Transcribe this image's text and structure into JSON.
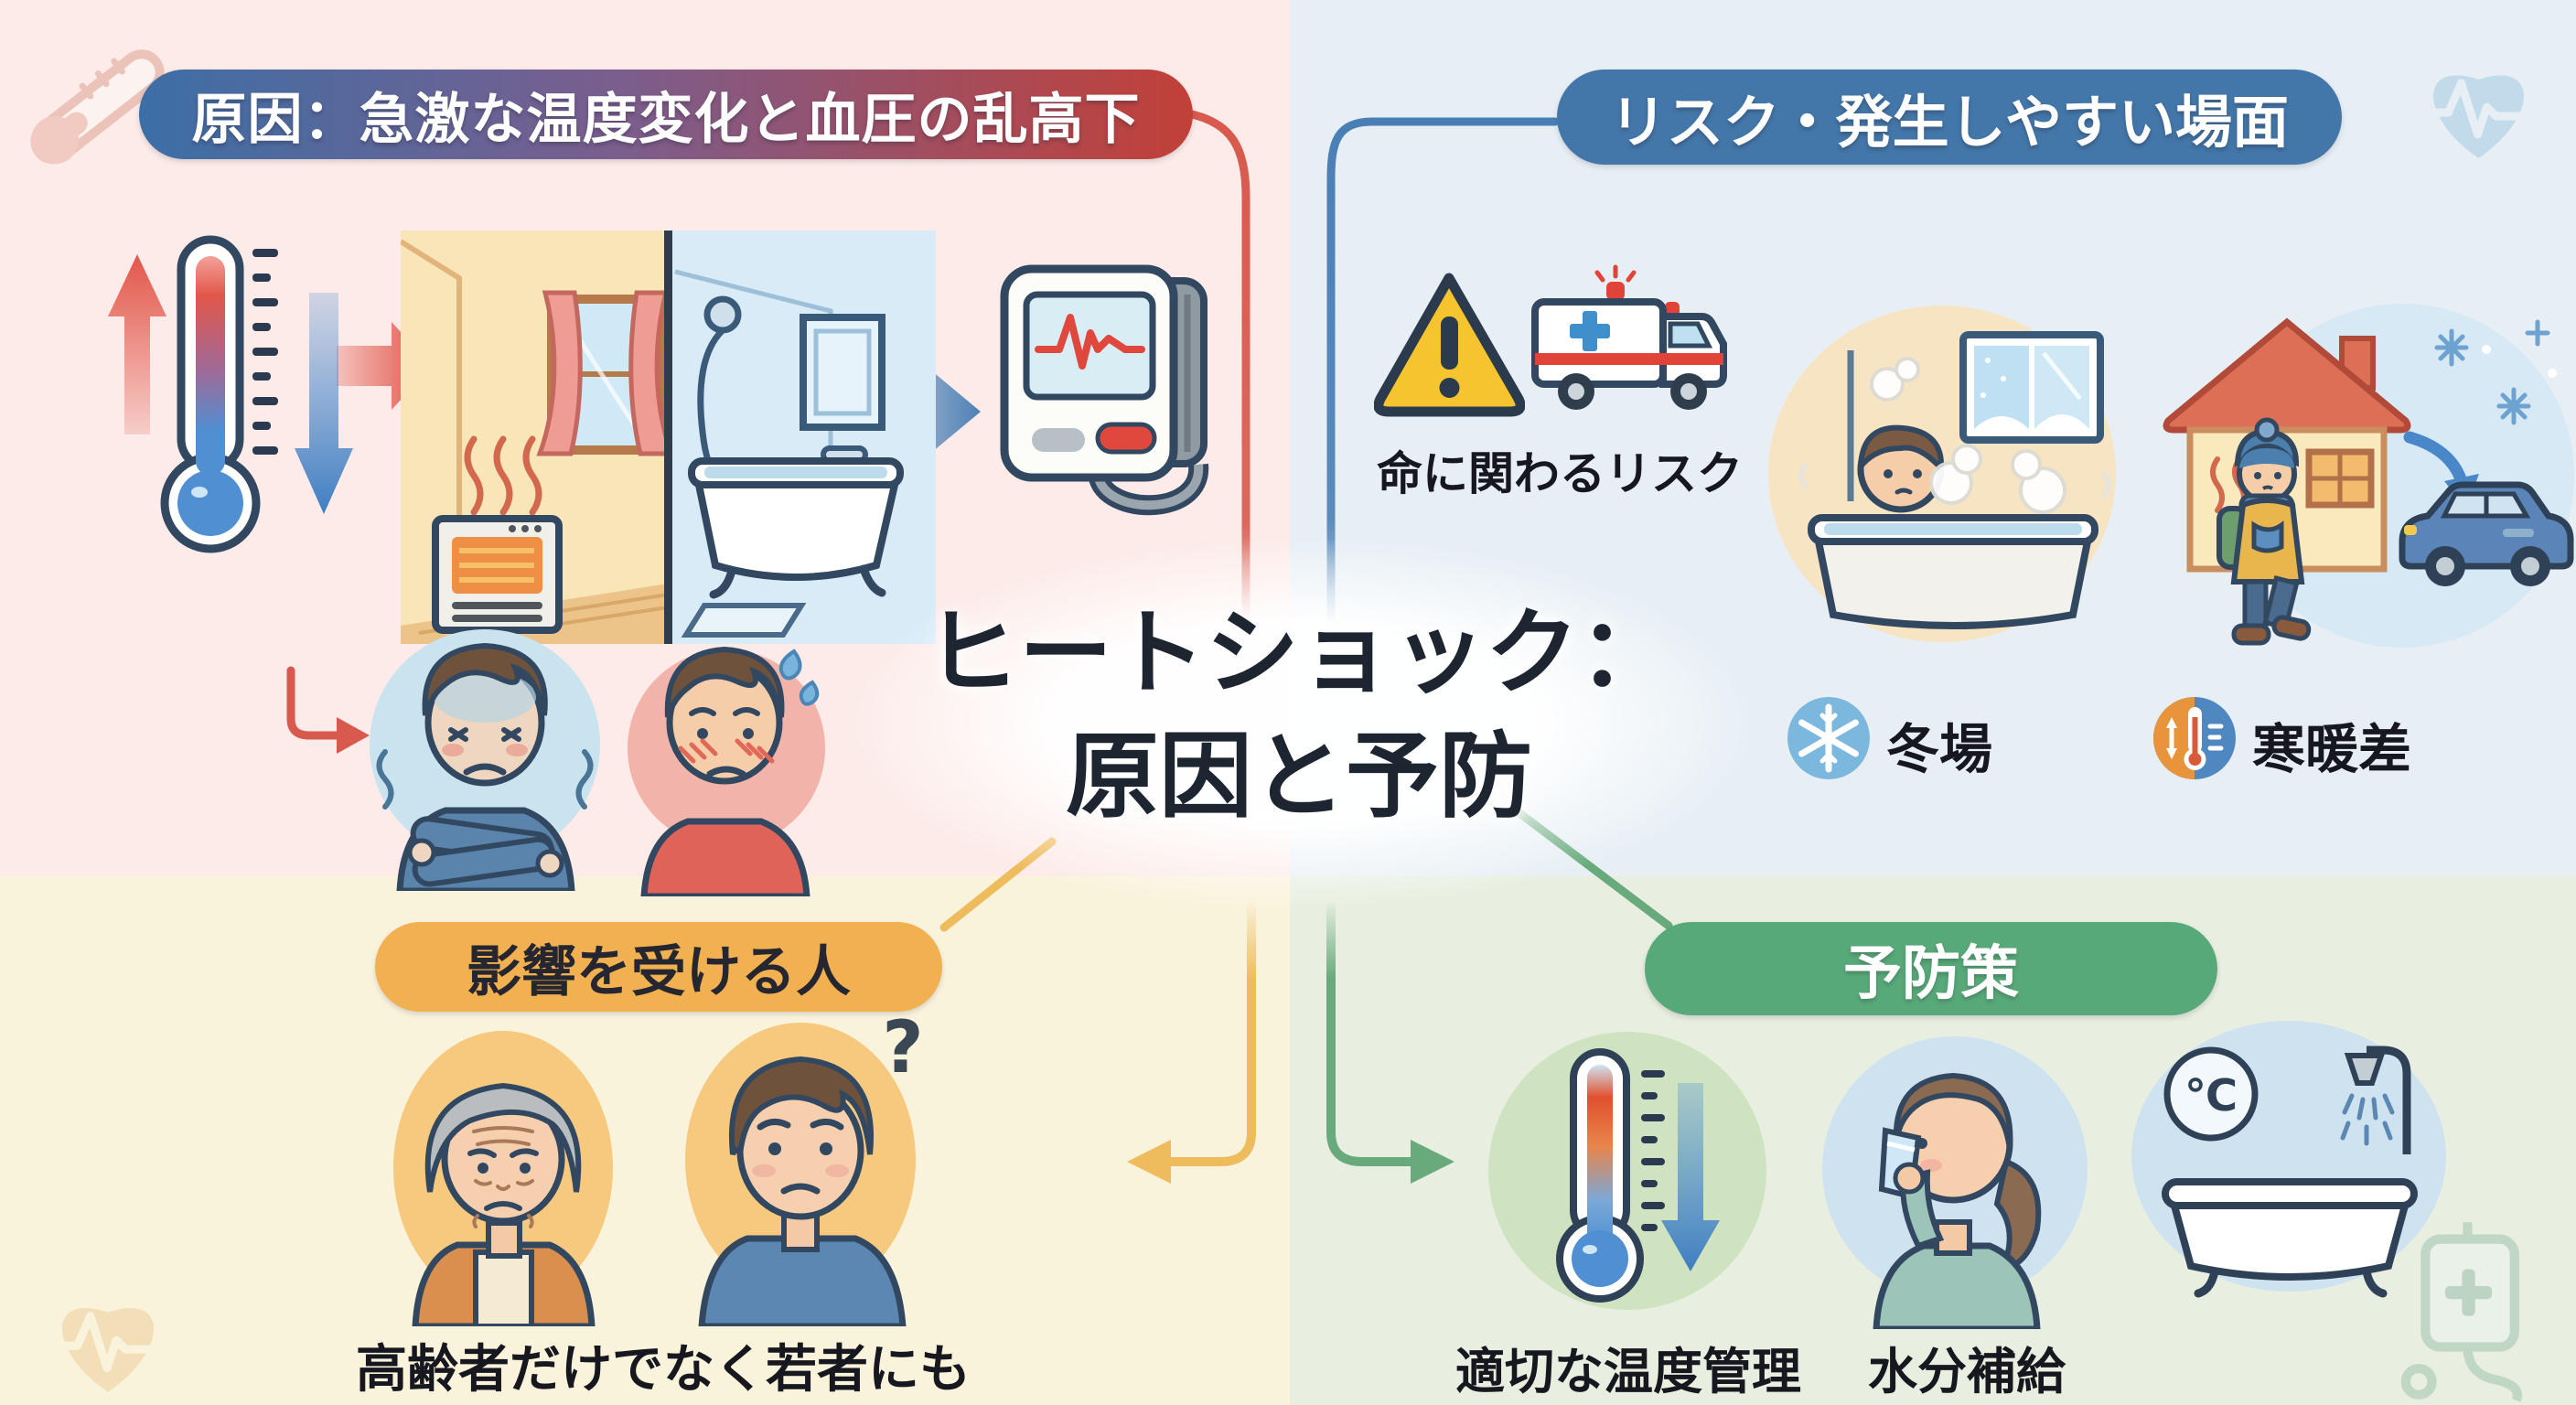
{
  "infographic_title": {
    "line1": "ヒートショック：",
    "line2": "原因と予防"
  },
  "sections": {
    "causes": {
      "header": "原因：急激な温度変化と血圧の乱高下"
    },
    "risks": {
      "header": "リスク・発生しやすい場面",
      "life_risk_caption": "命に関わるリスク",
      "scenes": [
        {
          "label": "冬場"
        },
        {
          "label": "寒暖差"
        }
      ]
    },
    "affected": {
      "header": "影響を受ける人",
      "question_mark": "?",
      "caption": "高齢者だけでなく若者にも"
    },
    "prevention": {
      "header": "予防策",
      "temp_label": "適切な温度管理",
      "hydration_label": "水分補給",
      "celsius_symbol": "℃"
    }
  },
  "colors": {
    "quadrant_causes_bg": "#fcebe8",
    "quadrant_risks_bg": "#e7eff5",
    "quadrant_affected_bg": "#faf3dc",
    "quadrant_prevention_bg": "#e8efe0",
    "causes_pill_gradient": [
      "#3c6fa6",
      "#c24038"
    ],
    "risks_pill": "#4377a9",
    "affected_pill": "#f1b150",
    "prevention_pill": "#58a97a",
    "title_text": "#1d2530",
    "red_connector": "#d85a4e",
    "blue_connector": "#4a7fb5",
    "yellow_connector": "#eebc5c",
    "green_connector": "#68aa7c",
    "warning_yellow": "#f6c42f",
    "ambulance_red": "#e04438"
  },
  "icons": {
    "corner_top_left": "thermometer-watermark",
    "corner_top_right": "heart-pulse-watermark",
    "corner_bottom_left": "heart-pulse-watermark",
    "corner_bottom_right": "iv-drip-watermark",
    "winter_badge": "snowflake",
    "temperature_gap_badge": "hot-cold-thermometer"
  }
}
